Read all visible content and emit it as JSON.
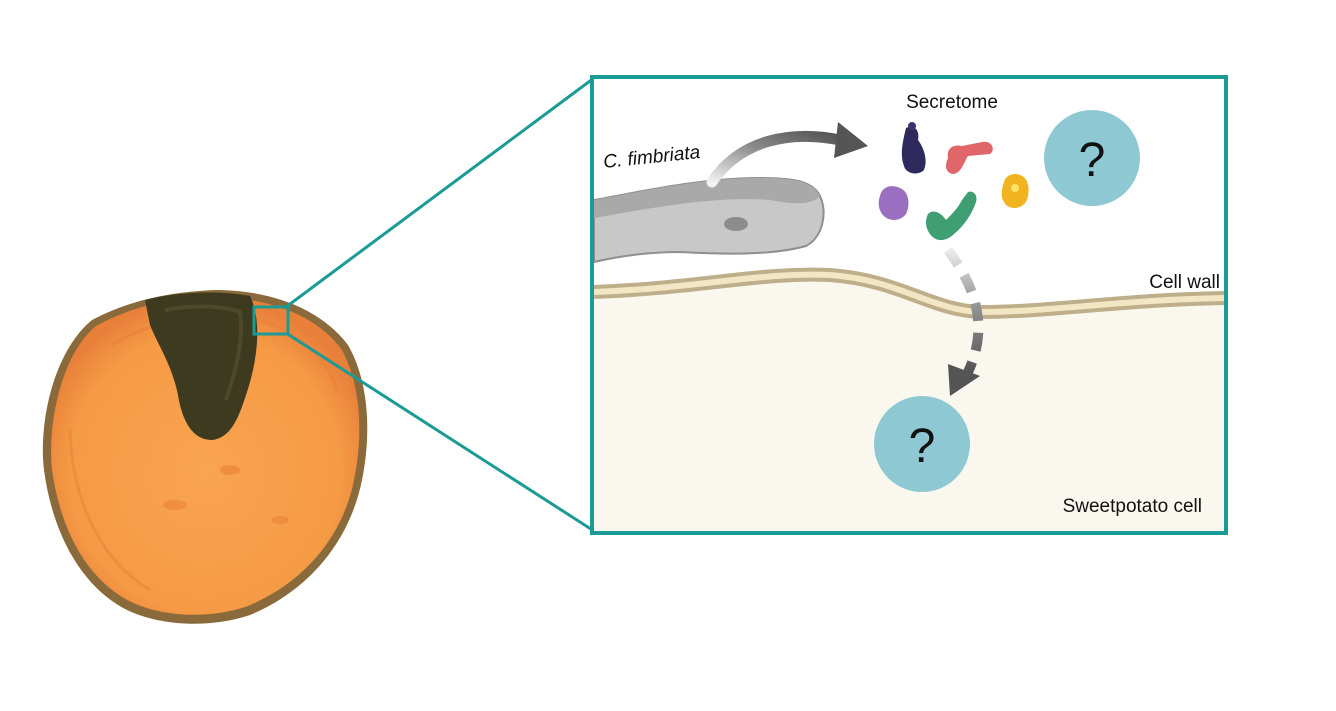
{
  "labels": {
    "secretome": "Secretome",
    "organism": "C. fimbriata",
    "cell_wall": "Cell wall",
    "host_cell": "Sweetpotato cell",
    "unknown_top": "?",
    "unknown_bottom": "?"
  },
  "colors": {
    "frame": "#1b9b95",
    "question_circle": "#8ec9d3",
    "flesh": "#f7a04a",
    "lesion": "#3d3a1f",
    "cell_wall": "#bfae8a",
    "cell_wall_inner": "#f3e6c4",
    "cytoplasm": "#faf7ee",
    "hypha": "#c8c8c8",
    "protein_navy": "#2e2a5e",
    "protein_red": "#e0666a",
    "protein_purple": "#9b6fc0",
    "protein_green": "#3f9f73",
    "protein_yellow": "#f2b320"
  },
  "icons": [
    "sweetpotato-slice",
    "hypha-cell",
    "protein-cluster",
    "question-circle",
    "curved-arrow",
    "dashed-arrow"
  ]
}
